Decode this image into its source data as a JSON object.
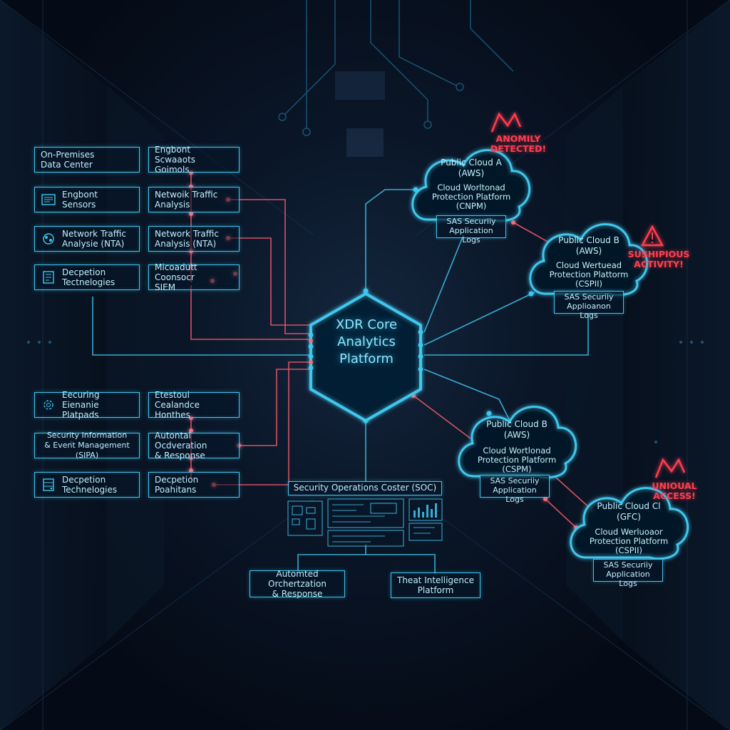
{
  "colors": {
    "accent": "#3fc7ee",
    "alert": "#ff3e4f",
    "link_red": "#ff5a6a",
    "background": "#050b16"
  },
  "core": {
    "label": "XDR Core\nAnalytics\nPlatform"
  },
  "left_nodes": [
    {
      "label": "On-Premises\nData Center",
      "icon": ""
    },
    {
      "label": "Engbont\nSensors",
      "icon": "sensor-icon"
    },
    {
      "label": "Network Traffic\nAnalysie (NTA)",
      "icon": "network-icon"
    },
    {
      "label": "Decpetion\nTectnelogies",
      "icon": "document-icon"
    },
    {
      "label": "Eecuring Eienanie\nPlatpads",
      "icon": "gear-icon"
    },
    {
      "label": "Security Information\n& Event Management (SIPA)",
      "icon": ""
    },
    {
      "label": "Decpetion\nTechnelogies",
      "icon": "server-icon"
    }
  ],
  "mid_nodes": [
    {
      "label": "Engbont Scwaaots\nGoimols"
    },
    {
      "label": "Netwoik Traffic\nAnalysis"
    },
    {
      "label": "Network Traffic\nAnalysis (NTA)"
    },
    {
      "label": "Micoadutt Coonsocr\nSIEM"
    },
    {
      "label": "Etestoui Cealandce\nHonthes"
    },
    {
      "label": "Autontal Ocdveration\n& Response"
    },
    {
      "label": "Decpetion\nPoahitans"
    }
  ],
  "clouds": [
    {
      "title": "Public Cloud A\n(AWS)",
      "body": "Cloud Worltonad\nProtection Platform\n(CNPM)",
      "tag": "SAS Securiiy\nApplication Logs"
    },
    {
      "title": "Public Cloud B\n(AWS)",
      "body": "Cloud Wertuead\nProtection Plattorm\n(CSPII)",
      "tag": "SAS Securiiy\nApplioanon Logs"
    },
    {
      "title": "Public Cloud B\n(AWS)",
      "body": "Cloud Wortlonad\nProtection Platform\n(CSPM)",
      "tag": "SAS Securiiy\nApplication Logs"
    },
    {
      "title": "Public Cloud Cl\n(GFC)",
      "body": "Cloud Werluoaor\nProtection Platform\n(CSPII)",
      "tag": "SAS Securiiy\nApplication Logs"
    }
  ],
  "alerts": [
    {
      "text": "ANOMILY\nDETECTED!",
      "icon": "lightning-icon"
    },
    {
      "text": "SUSHIPIOUS\nACTIVITY!",
      "icon": "warning-icon"
    },
    {
      "text": "UNIOUAL\nACCESS!",
      "icon": "lightning-icon"
    }
  ],
  "soc": {
    "title": "Security Operations Coster (SOC)"
  },
  "bottom_nodes": [
    {
      "label": "Automted Orchertzation\n& Response"
    },
    {
      "label": "Theat Intelligence\nPlatform"
    }
  ]
}
